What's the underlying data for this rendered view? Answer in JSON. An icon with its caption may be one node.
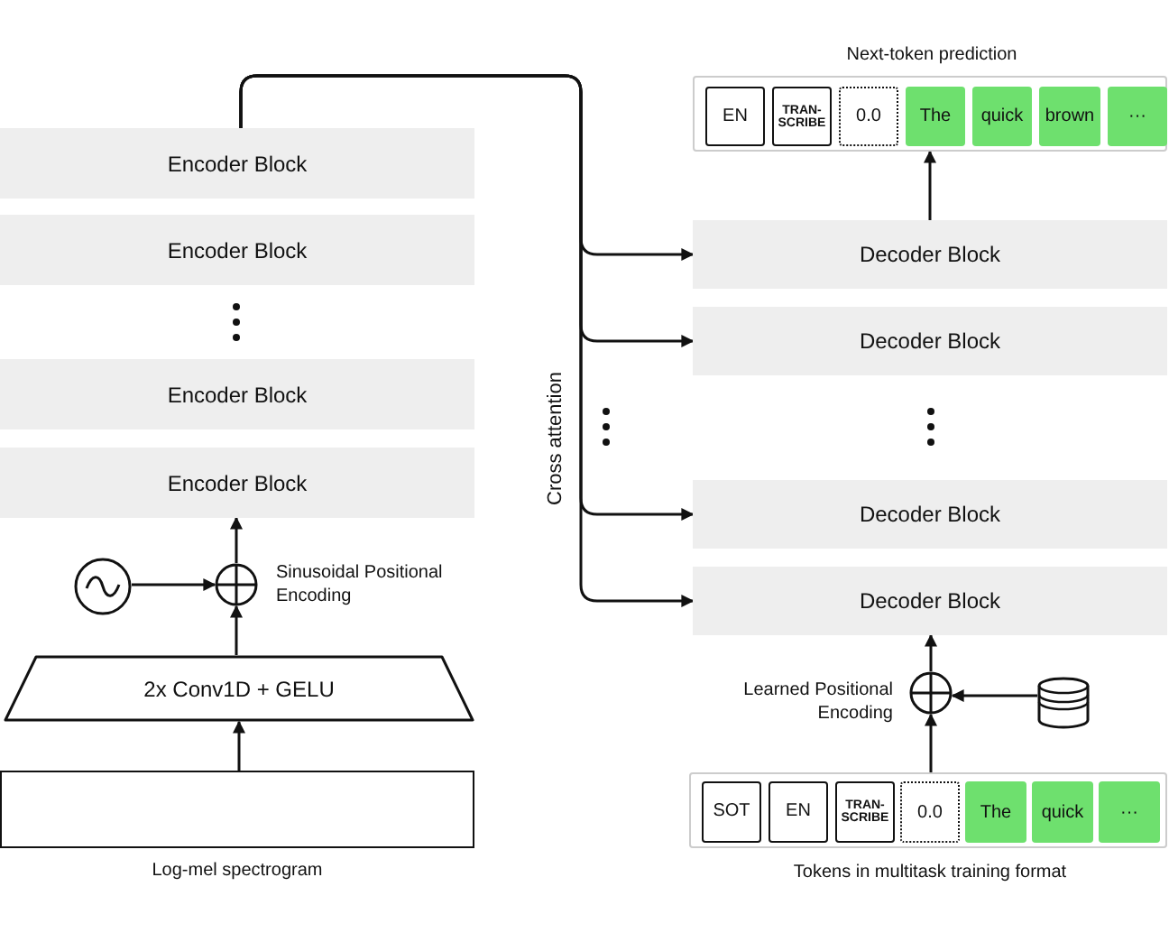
{
  "diagram": {
    "nodes": [
      {
        "text": [
          "Encoder Block"
        ]
      },
      {
        "text": [
          "Encoder Block"
        ]
      },
      {
        "text": [
          "Encoder Block"
        ]
      },
      {
        "text": [
          "Encoder Block"
        ]
      },
      {
        "text": [],
        "shape": "circle"
      },
      {
        "text": [],
        "shape": "circle",
        "beside": [
          "Sinusoidal Positional Encoding"
        ]
      },
      {
        "text": [
          "2x Conv1D + GELU"
        ]
      },
      {
        "text": [],
        "shape": "box",
        "beside": [
          "Log-mel spectrogram"
        ]
      },
      {
        "text": [
          "Next-token prediction"
        ]
      },
      {
        "text": [
          "EN"
        ],
        "in": 8
      },
      {
        "text": [
          "TRAN- SCRIBE"
        ],
        "in": 8
      },
      {
        "text": [
          "0.0"
        ],
        "in": 8
      },
      {
        "text": [
          "The"
        ],
        "in": 8
      },
      {
        "text": [
          "quick"
        ],
        "in": 8
      },
      {
        "text": [
          "brown"
        ],
        "in": 8
      },
      {
        "text": [
          "···"
        ],
        "in": 8
      },
      {
        "text": [
          "Decoder Block"
        ]
      },
      {
        "text": [
          "Decoder Block"
        ]
      },
      {
        "text": [
          "Decoder Block"
        ]
      },
      {
        "text": [
          "Decoder Block"
        ]
      },
      {
        "text": [],
        "shape": "circle",
        "beside": [
          "Learned Positional Encoding"
        ]
      },
      {
        "text": [],
        "shape": "cylinder"
      },
      {
        "text": [
          "Tokens in multitask training format"
        ]
      },
      {
        "text": [
          "SOT"
        ],
        "in": 22
      },
      {
        "text": [
          "EN"
        ],
        "in": 22
      },
      {
        "text": [
          "TRAN- SCRIBE"
        ],
        "in": 22
      },
      {
        "text": [
          "0.0"
        ],
        "in": 22
      },
      {
        "text": [
          "The"
        ],
        "in": 22
      },
      {
        "text": [
          "quick"
        ],
        "in": 22
      },
      {
        "text": [
          "···"
        ],
        "in": 22
      }
    ],
    "edges": [
      {
        "from": 7,
        "to": 6,
        "arrow": "to"
      },
      {
        "from": 6,
        "to": 5,
        "arrow": "to"
      },
      {
        "from": 4,
        "to": 5,
        "arrow": "to"
      },
      {
        "from": 5,
        "to": 3,
        "arrow": "to"
      },
      {
        "from": 0,
        "to": 16,
        "arrow": "to"
      },
      {
        "from": 0,
        "to": 17,
        "arrow": "to"
      },
      {
        "from": 0,
        "to": 18,
        "arrow": "to"
      },
      {
        "from": 0,
        "to": 19,
        "arrow": "to",
        "label": "Cross attention"
      },
      {
        "from": 16,
        "to": 8,
        "arrow": "to"
      },
      {
        "from": 22,
        "to": 20,
        "arrow": "to"
      },
      {
        "from": 21,
        "to": 20,
        "arrow": "to"
      },
      {
        "from": 20,
        "to": 19,
        "arrow": "to"
      }
    ]
  }
}
